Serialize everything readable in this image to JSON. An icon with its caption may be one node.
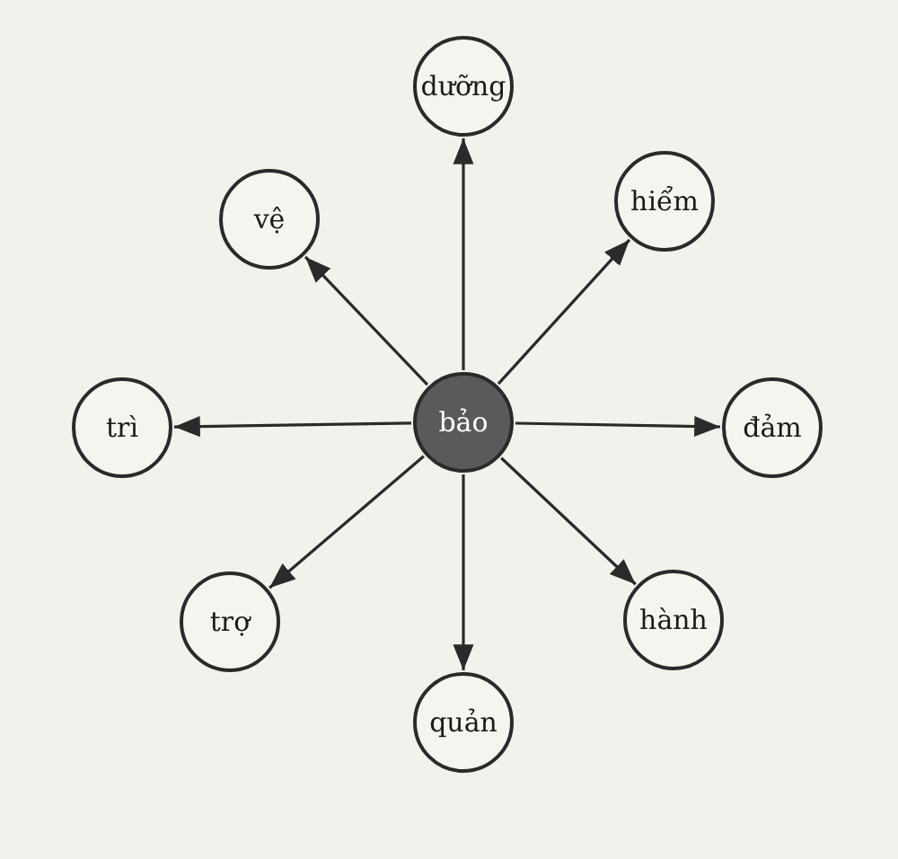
{
  "diagram": {
    "nodes": [
      {
        "text": [
          "dưỡng"
        ]
      },
      {
        "text": [
          "vệ"
        ]
      },
      {
        "text": [
          "hiểm"
        ]
      },
      {
        "text": [
          "trì"
        ]
      },
      {
        "text": [
          "bảo"
        ]
      },
      {
        "text": [
          "đảm"
        ]
      },
      {
        "text": [
          "trợ"
        ]
      },
      {
        "text": [
          "hành"
        ]
      },
      {
        "text": [
          "quản"
        ]
      }
    ],
    "edges": [
      {
        "from": 4,
        "to": 0,
        "arrow": "to"
      },
      {
        "from": 4,
        "to": 2,
        "arrow": "to"
      },
      {
        "from": 4,
        "to": 5,
        "arrow": "to"
      },
      {
        "from": 4,
        "to": 7,
        "arrow": "to"
      },
      {
        "from": 4,
        "to": 8,
        "arrow": "to"
      },
      {
        "from": 4,
        "to": 6,
        "arrow": "to"
      },
      {
        "from": 4,
        "to": 3,
        "arrow": "to"
      },
      {
        "from": 4,
        "to": 1,
        "arrow": "to"
      }
    ]
  }
}
